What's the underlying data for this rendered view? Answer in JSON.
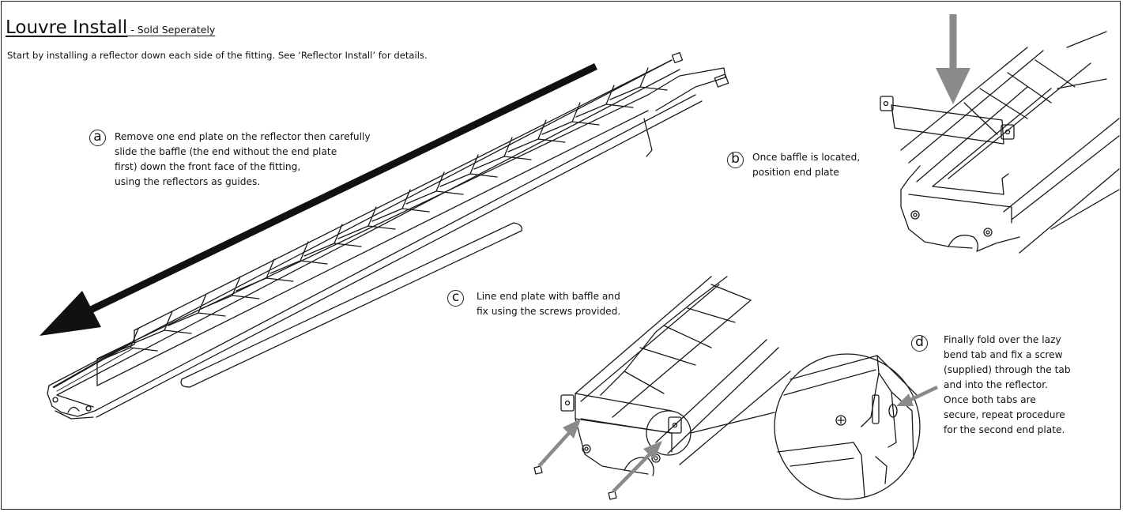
{
  "title": {
    "main": "Louvre Install",
    "sub": " - Sold Seperately"
  },
  "intro": "Start by installing a reflector down each side of the fitting. See ‘Reflector Install’ for details.",
  "steps": {
    "a": {
      "letter": "a",
      "lines": [
        "Remove one end plate on the reflector then carefully",
        "slide the baffle (the end without the end plate",
        "first) down the front face of the fitting,",
        "using the reflectors as guides."
      ]
    },
    "b": {
      "letter": "b",
      "lines": [
        "Once baffle is located,",
        "position end plate"
      ]
    },
    "c": {
      "letter": "c",
      "lines": [
        "Line end plate with baffle and",
        "fix using the screws provided."
      ]
    },
    "d": {
      "letter": "d",
      "lines": [
        "Finally fold over the lazy",
        "bend tab and fix a screw",
        "(supplied) through the tab",
        "and into the reflector.",
        "Once both tabs are",
        "secure, repeat procedure",
        "for the second end plate."
      ]
    }
  },
  "colors": {
    "line": "#1a1a1a",
    "arrow_grey": "#8a8a8a",
    "arrow_dark": "#111111"
  }
}
